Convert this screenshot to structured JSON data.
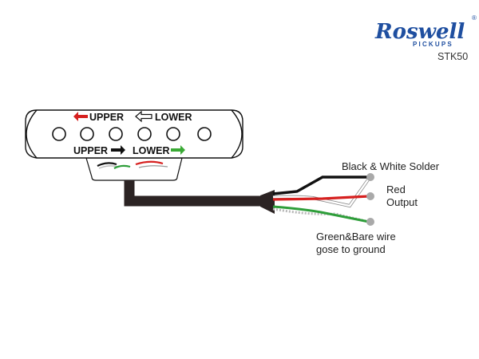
{
  "brand": {
    "name": "Roswell",
    "sub": "PICKUPS",
    "mark": "®",
    "color": "#1f4fa0"
  },
  "model": "STK50",
  "pickup": {
    "upper_top": "UPPER",
    "lower_top": "LOWER",
    "upper_bottom": "UPPER",
    "lower_bottom": "LOWER",
    "arrow_red": "#d6201f",
    "arrow_green": "#3aaa35"
  },
  "wires": {
    "solder_label": "Black & White Solder",
    "red_label_1": "Red",
    "red_label_2": "Output",
    "ground_label_1": "Green&Bare wire",
    "ground_label_2": "gose to ground",
    "colors": {
      "black": "#111111",
      "white": "#ffffff",
      "red": "#d6201f",
      "green": "#2e9e3a",
      "bare": "#b8b8b8",
      "cable": "#2b2323"
    }
  }
}
